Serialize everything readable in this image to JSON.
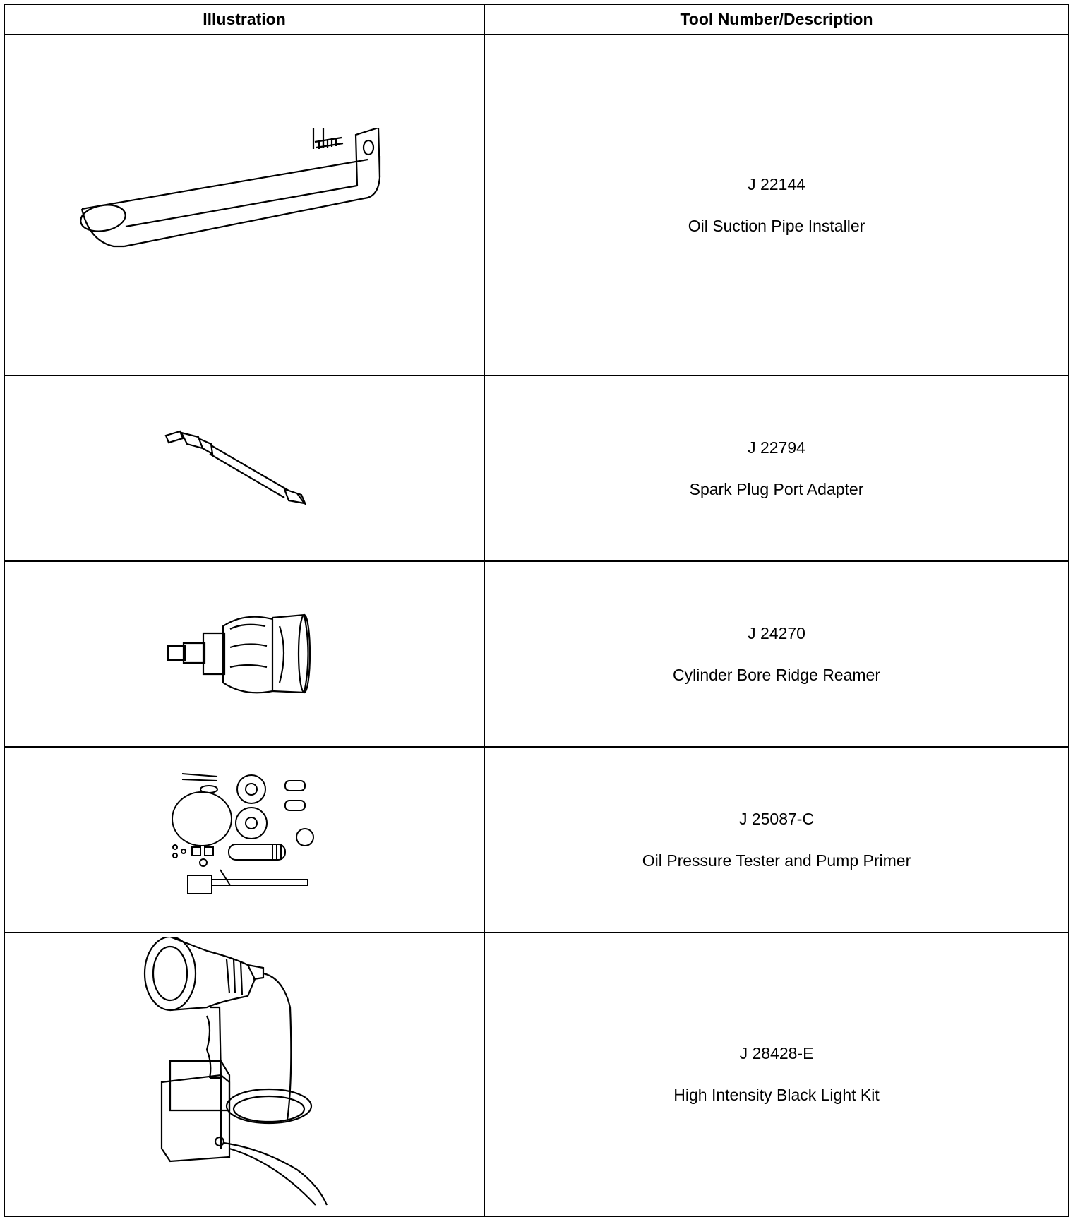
{
  "table": {
    "headers": {
      "illustration": "Illustration",
      "tool": "Tool Number/Description"
    },
    "rows": [
      {
        "tool_number": "J 22144",
        "description": "Oil Suction Pipe Installer",
        "icon": "oil-suction-pipe-installer-illustration"
      },
      {
        "tool_number": "J 22794",
        "description": "Spark Plug Port Adapter",
        "icon": "spark-plug-port-adapter-illustration"
      },
      {
        "tool_number": "J 24270",
        "description": "Cylinder Bore Ridge Reamer",
        "icon": "cylinder-bore-ridge-reamer-illustration"
      },
      {
        "tool_number": "J 25087-C",
        "description": "Oil Pressure Tester and Pump Primer",
        "icon": "oil-pressure-tester-kit-illustration"
      },
      {
        "tool_number": "J 28428-E",
        "description": "High Intensity Black Light Kit",
        "icon": "black-light-kit-illustration"
      }
    ]
  }
}
